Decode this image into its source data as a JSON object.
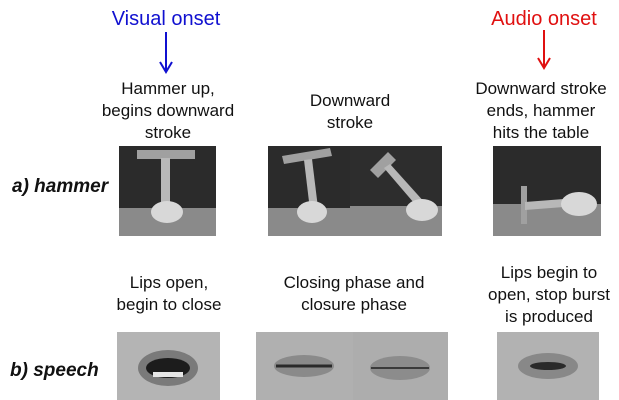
{
  "markers": {
    "visual_onset": {
      "label": "Visual onset",
      "color": "#1010d0"
    },
    "audio_onset": {
      "label": "Audio onset",
      "color": "#e01010"
    }
  },
  "rows": {
    "hammer": {
      "label": "a) hammer",
      "captions": [
        [
          "Hammer up,",
          "begins downward",
          "stroke"
        ],
        [
          "Downward",
          "stroke"
        ],
        [
          "Downward stroke",
          "ends, hammer",
          "hits the table"
        ]
      ]
    },
    "speech": {
      "label": "b) speech",
      "captions": [
        [
          "Lips open,",
          "begin to close"
        ],
        [
          "Closing phase and",
          "closure phase"
        ],
        [
          "Lips begin to",
          "open, stop burst",
          "is produced"
        ]
      ]
    }
  }
}
